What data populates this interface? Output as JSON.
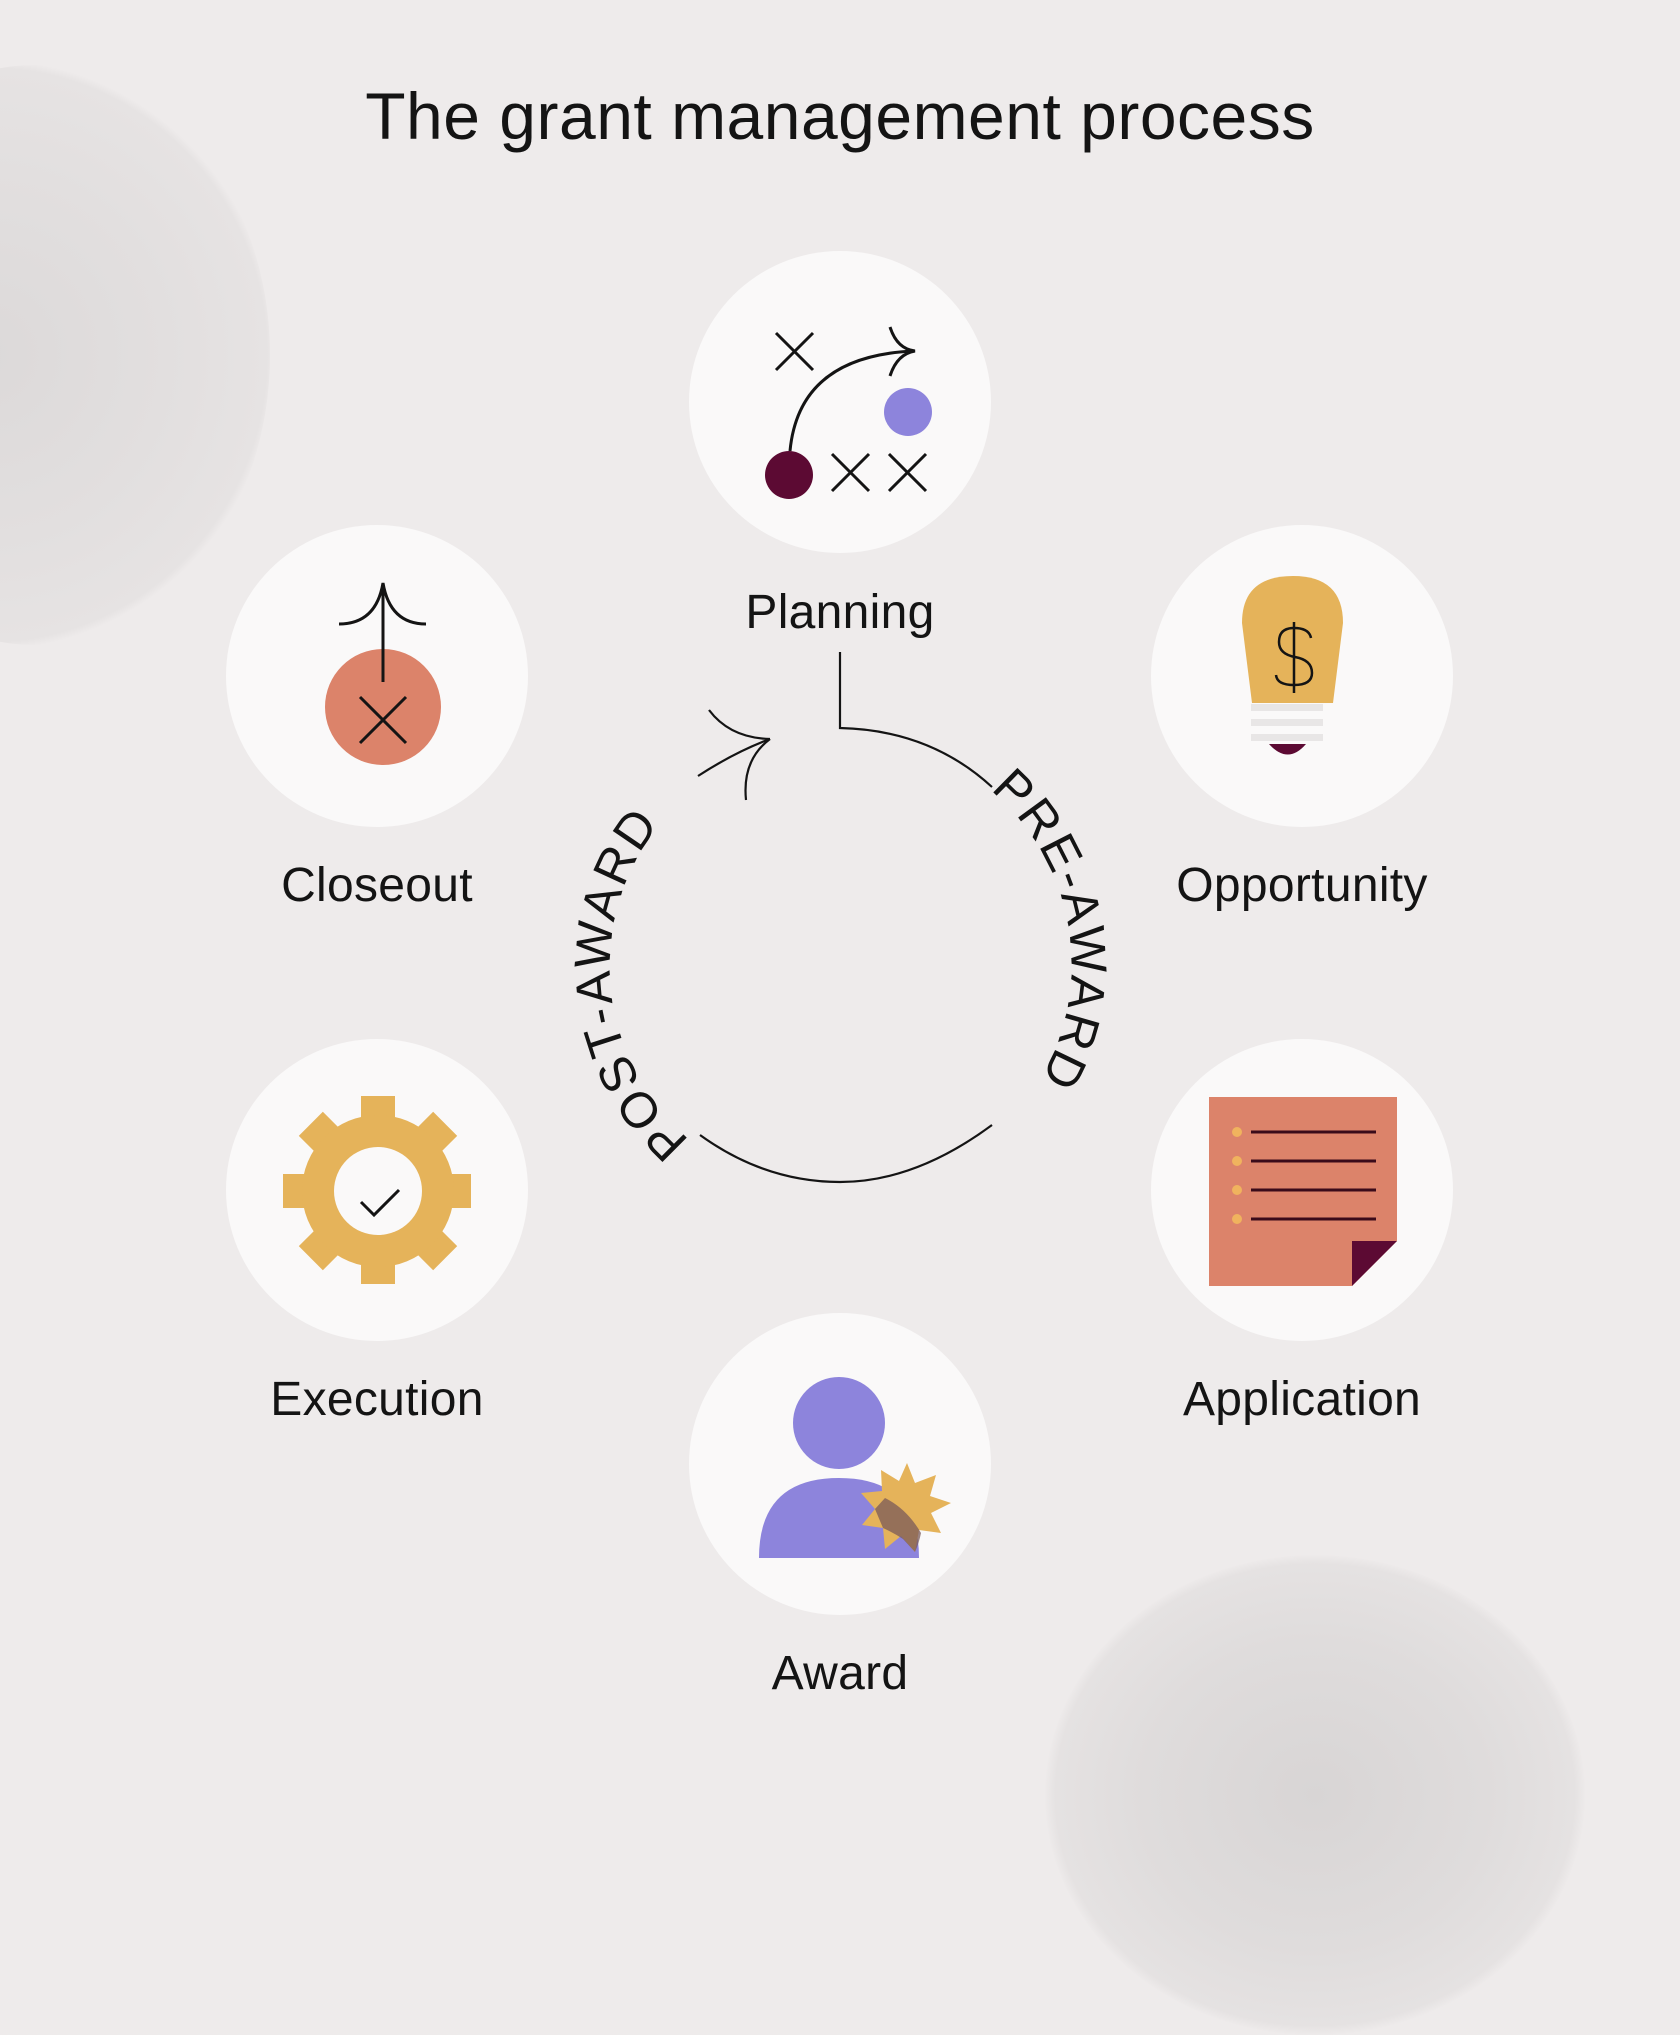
{
  "title": "The grant management process",
  "cycle": {
    "phase_left": "POST-AWARD",
    "phase_right": "PRE-AWARD"
  },
  "stages": [
    {
      "id": "planning",
      "label": "Planning",
      "icon": "play-diagram-icon"
    },
    {
      "id": "opportunity",
      "label": "Opportunity",
      "icon": "lightbulb-dollar-icon"
    },
    {
      "id": "application",
      "label": "Application",
      "icon": "document-list-icon"
    },
    {
      "id": "award",
      "label": "Award",
      "icon": "person-badge-icon"
    },
    {
      "id": "execution",
      "label": "Execution",
      "icon": "gear-check-icon"
    },
    {
      "id": "closeout",
      "label": "Closeout",
      "icon": "circle-x-arrow-icon"
    }
  ],
  "colors": {
    "background": "#eeebeb",
    "circle": "#faf9f9",
    "maroon": "#5c0a33",
    "lavender": "#8d84dc",
    "gold": "#e5b35a",
    "coral": "#dc836a",
    "ink": "#141414"
  }
}
